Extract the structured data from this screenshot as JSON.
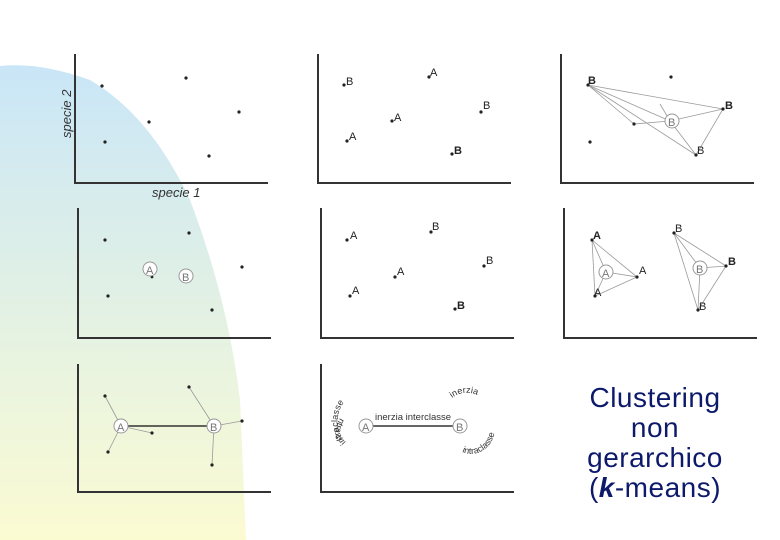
{
  "axes": {
    "x_label": "specie 1",
    "y_label": "specie 2"
  },
  "labels": {
    "a": "A",
    "b": "B"
  },
  "inertia": {
    "between": "inerzia interclasse",
    "within_left_top": "intraclasse",
    "within_left_bottom": "ntra cl",
    "within_right_top": "inerzia",
    "within_right_bottom": "intraclasse"
  },
  "caption": {
    "line1": "Clustering",
    "line2": "non",
    "line3": "gerarchico",
    "line4_open": "(",
    "line4_k": "k",
    "line4_rest": "-means)"
  },
  "colors": {
    "gradient_top": "#c9e6f7",
    "gradient_bottom": "#fbfbd2",
    "caption": "#0d1a6a",
    "ink": "#222222",
    "lines": "#9a9a9a"
  }
}
